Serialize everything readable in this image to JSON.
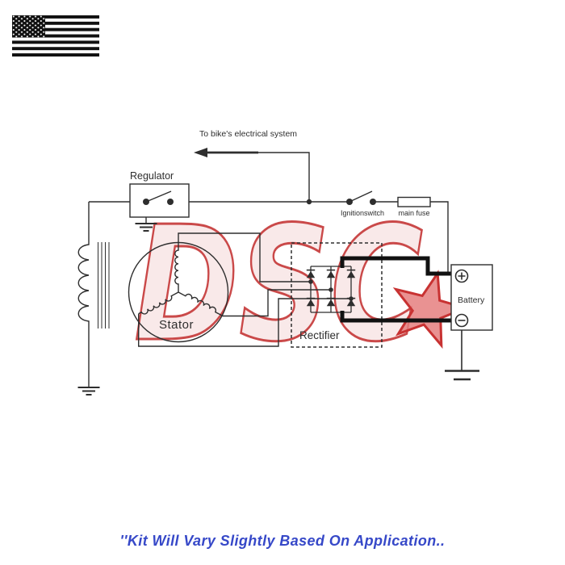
{
  "watermark": {
    "text": "DSC",
    "text_fill": "#f9e8e8",
    "text_stroke": "#c84040",
    "star_fill": "#e47878",
    "star_stroke": "#c62828"
  },
  "diagram": {
    "to_system_label": "To bike's electrical system",
    "regulator_label": "Regulator",
    "ignition_switch_label": "Ignitionswitch",
    "main_fuse_label": "main fuse",
    "stator_label": "Stator",
    "rectifier_label": "Rectifier",
    "battery_label": "Battery",
    "wire_color": "#2e2e2e",
    "thick_wire_color": "#111111"
  },
  "footer": {
    "text": "''Kit Will Vary Slightly Based On Application..",
    "color": "#3648c8"
  }
}
